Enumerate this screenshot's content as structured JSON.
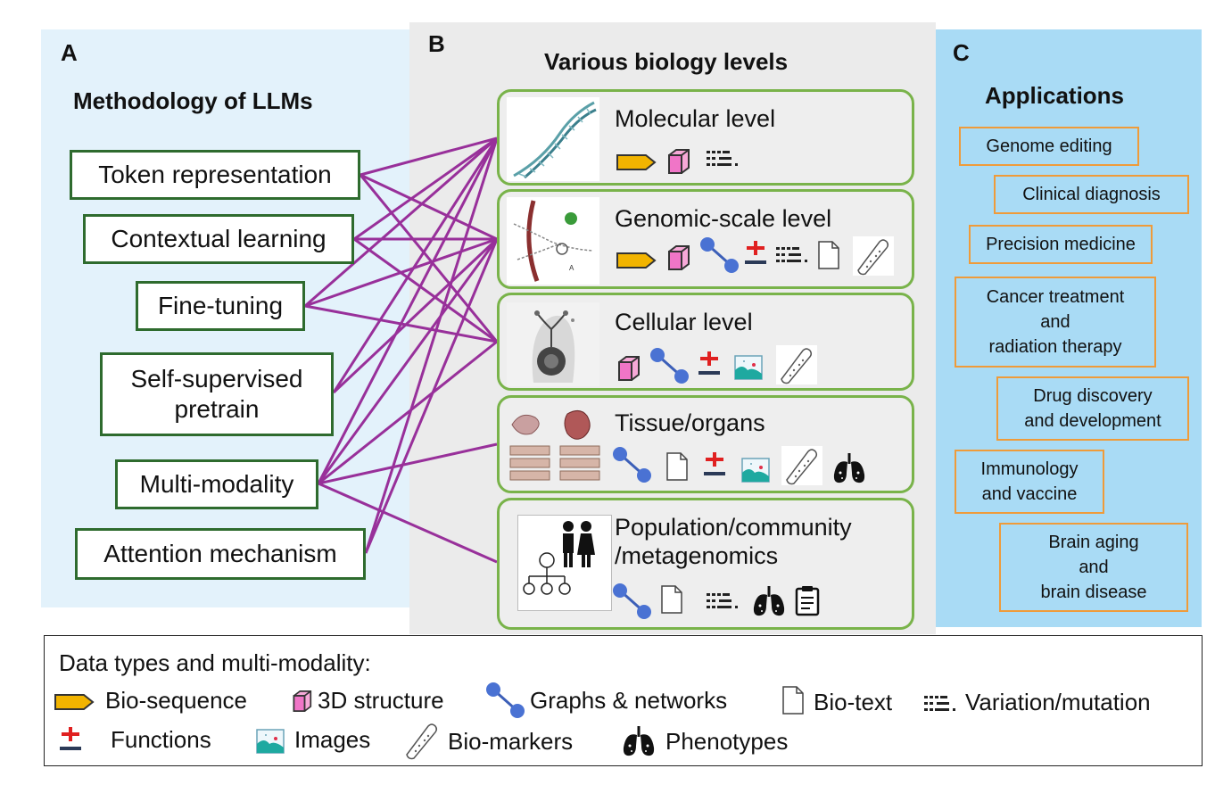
{
  "panel_a": {
    "letter": "A",
    "title": "Methodology of LLMs",
    "methods": [
      "Token representation",
      "Contextual learning",
      "Fine-tuning",
      "Self-supervised\npretrain",
      "Multi-modality",
      "Attention mechanism"
    ]
  },
  "panel_b": {
    "letter": "B",
    "title": "Various biology levels",
    "levels": [
      {
        "label": "Molecular level",
        "icons": [
          "bio-sequence",
          "3d-structure",
          "variation-mutation"
        ]
      },
      {
        "label": "Genomic-scale level",
        "icons": [
          "bio-sequence",
          "3d-structure",
          "graphs-networks",
          "functions",
          "variation-mutation",
          "bio-text",
          "bio-markers"
        ]
      },
      {
        "label": "Cellular level",
        "icons": [
          "3d-structure",
          "graphs-networks",
          "functions",
          "images",
          "bio-markers"
        ]
      },
      {
        "label": "Tissue/organs",
        "icons": [
          "graphs-networks",
          "bio-text",
          "functions",
          "images",
          "bio-markers",
          "phenotypes"
        ]
      },
      {
        "label": "Population/community\n/metagenomics",
        "icons": [
          "graphs-networks",
          "bio-text",
          "variation-mutation",
          "phenotypes",
          "clipboard"
        ]
      }
    ]
  },
  "panel_c": {
    "letter": "C",
    "title": "Applications",
    "applications": [
      "Genome editing",
      "Clinical diagnosis",
      "Precision medicine",
      "Cancer treatment\nand\nradiation therapy",
      "Drug discovery\nand development",
      "Immunology\nand vaccine",
      "Brain aging\nand\nbrain disease"
    ]
  },
  "legend": {
    "title": "Data types and multi-modality:",
    "items": [
      {
        "icon": "bio-sequence",
        "label": "Bio-sequence"
      },
      {
        "icon": "3d-structure",
        "label": "3D structure"
      },
      {
        "icon": "graphs-networks",
        "label": "Graphs & networks"
      },
      {
        "icon": "bio-text",
        "label": "Bio-text"
      },
      {
        "icon": "variation-mutation",
        "label": "Variation/mutation"
      },
      {
        "icon": "functions",
        "label": "Functions"
      },
      {
        "icon": "images",
        "label": "Images"
      },
      {
        "icon": "bio-markers",
        "label": "Bio-markers"
      },
      {
        "icon": "phenotypes",
        "label": "Phenotypes"
      }
    ]
  },
  "colors": {
    "connector": "#98309a",
    "method_border": "#2e6b2e",
    "level_border": "#79b34a",
    "app_border": "#ef9b3a",
    "panel_a_bg": "#e3f2fb",
    "panel_b_bg": "#ebebeb",
    "panel_c_bg": "#a9dbf5"
  }
}
